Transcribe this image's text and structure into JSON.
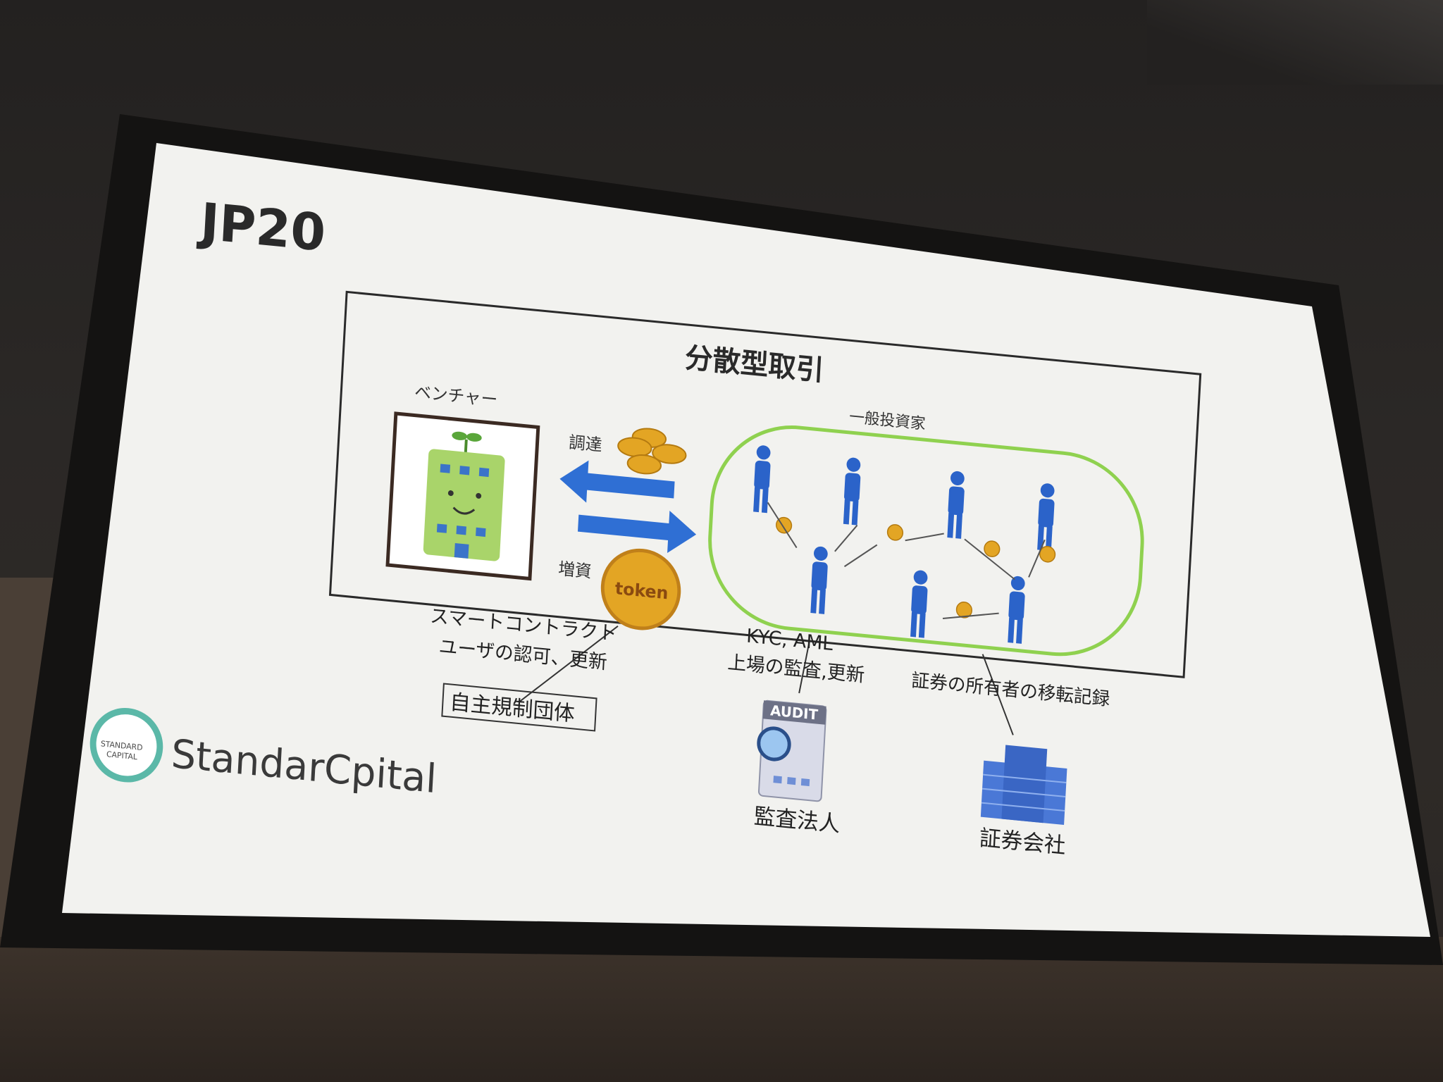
{
  "slide": {
    "title": "JP20",
    "diagram_title": "分散型取引",
    "venture_label": "ベンチャー",
    "investors_label": "一般投資家",
    "funding_label": "調達",
    "capital_label": "増資",
    "token_label": "token",
    "audit_badge": "AUDIT",
    "smart_contract_line1": "スマートコントラクト",
    "smart_contract_line2": "ユーザの認可、更新",
    "self_regulatory_org": "自主規制団体",
    "kyc_line1": "KYC, AML",
    "kyc_line2": "上場の監査,更新",
    "audit_firm": "監査法人",
    "transfer_record": "証券の所有者の移転記録",
    "securities_company": "証券会社",
    "logo_text": "STANDARD CAPITAL",
    "brand_name": "StandarCpital"
  },
  "colors": {
    "arrow_blue": "#2f6fd4",
    "person_blue": "#2b63c9",
    "ring_green": "#8fd14f",
    "coin_gold": "#e3a524",
    "building_green": "#a9d46a",
    "logo_teal": "#5bb8a8"
  }
}
